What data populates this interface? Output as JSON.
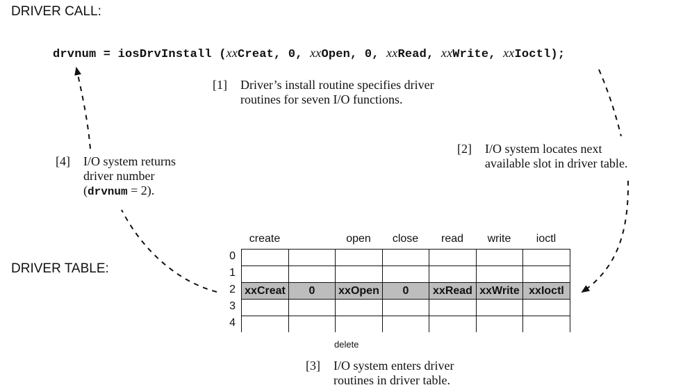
{
  "driver_call": {
    "heading": "DRIVER CALL:",
    "code": {
      "lhs": "drvnum = iosDrvInstall (",
      "xx1": "xx",
      "a1": "Creat, 0, ",
      "xx2": "xx",
      "a2": "Open, 0, ",
      "xx3": "xx",
      "a3": "Read, ",
      "xx4": "xx",
      "a4": "Write, ",
      "xx5": "xx",
      "a5": "Ioctl);"
    }
  },
  "notes": {
    "step1": {
      "num": "[1]",
      "line1": "Driver’s install routine specifies driver",
      "line2": "routines for seven I/O functions."
    },
    "step2": {
      "num": "[2]",
      "line1": "I/O system locates next",
      "line2": "available slot in driver table."
    },
    "step3": {
      "num": "[3]",
      "line1": "I/O system enters driver",
      "line2": "routines in driver table."
    },
    "step4": {
      "num": "[4]",
      "line1": "I/O system returns",
      "line2": "driver number",
      "line3_open": "(",
      "line3_code": "drvnum",
      "line3_rest": " = 2)."
    }
  },
  "driver_table": {
    "heading": "DRIVER TABLE:",
    "columns": [
      "create",
      "",
      "open",
      "close",
      "read",
      "write",
      "ioctl"
    ],
    "below_label": "delete",
    "rows": [
      {
        "label": "0",
        "cells": [
          "",
          "",
          "",
          "",
          "",
          "",
          ""
        ]
      },
      {
        "label": "1",
        "cells": [
          "",
          "",
          "",
          "",
          "",
          "",
          ""
        ]
      },
      {
        "label": "2",
        "cells": [
          "xxCreat",
          "0",
          "xxOpen",
          "0",
          "xxRead",
          "xxWrite",
          "xxIoctl"
        ]
      },
      {
        "label": "3",
        "cells": [
          "",
          "",
          "",
          "",
          "",
          "",
          ""
        ]
      },
      {
        "label": "4",
        "cells": [
          "",
          "",
          "",
          "",
          "",
          "",
          ""
        ]
      }
    ]
  }
}
